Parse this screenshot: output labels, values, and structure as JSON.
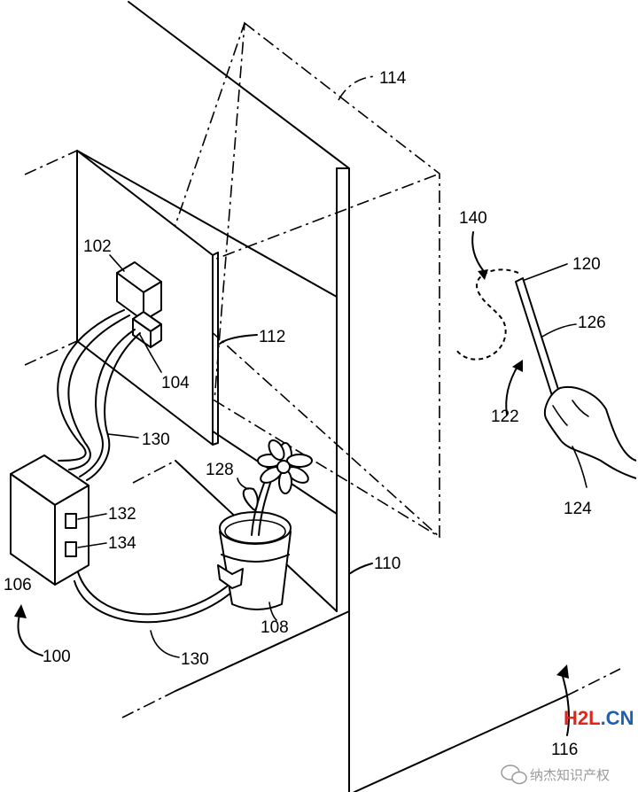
{
  "labels": {
    "system": "100",
    "sensor_top": "102",
    "sensor_bottom": "104",
    "controller": "106",
    "pot": "108",
    "wall": "110",
    "window": "112",
    "field_of_view": "114",
    "floor": "116",
    "wand_tip": "120",
    "gesture": "122",
    "hand": "124",
    "wand": "126",
    "plant": "128",
    "wires_upper": "130",
    "wires_lower": "130",
    "button_a": "132",
    "button_b": "134",
    "gesture_path": "140"
  },
  "watermark": {
    "h2l": "H2L",
    "cn": ".CN",
    "chinese": "纳杰知识产权"
  },
  "colors": {
    "ink": "#000000",
    "watermark_red": "#e0261c",
    "watermark_blue": "#1d5fb4",
    "watermark_gray": "#9a9a9a"
  }
}
